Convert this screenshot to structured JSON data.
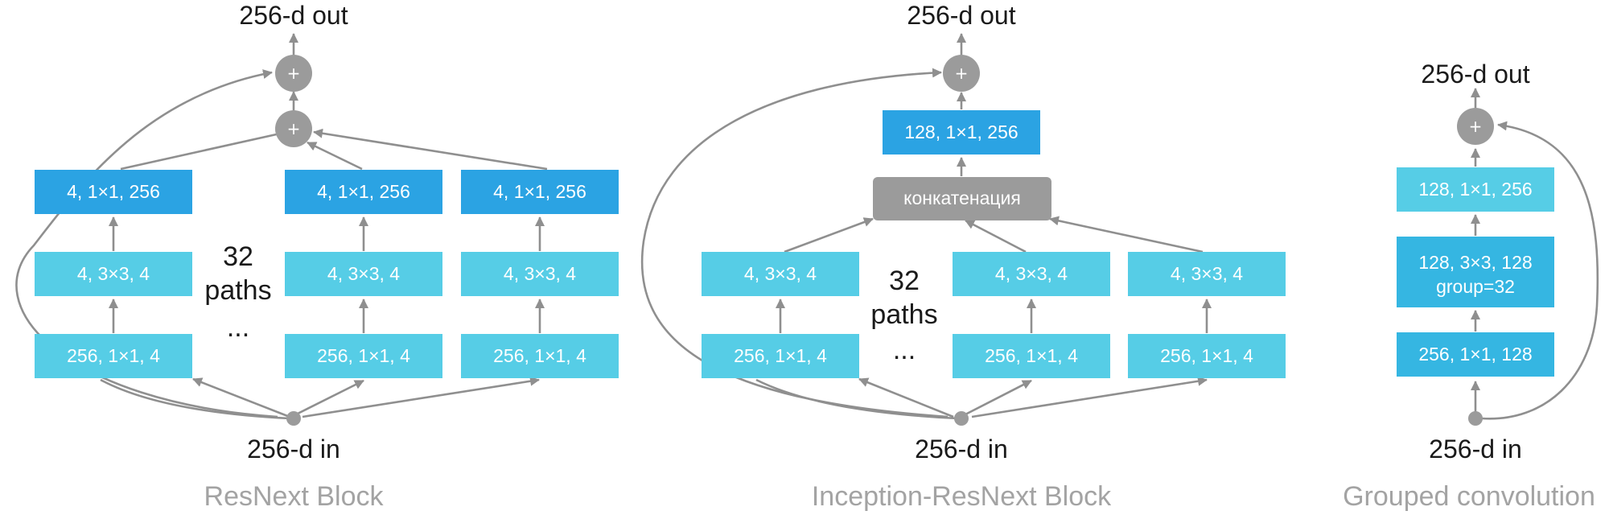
{
  "colors": {
    "box_light": "#56cde6",
    "box_mid": "#35b6e2",
    "box_dark": "#2ba3e3",
    "concat_box": "#9b9b9b",
    "node": "#9b9b9b",
    "edge": "#8f8f8f",
    "caption": "#a3a3a3",
    "label": "#1a1a1a"
  },
  "icons": {
    "sum_node": "plus",
    "input_node": "dot",
    "connector": "arrow"
  },
  "resnext": {
    "caption": "ResNext Block",
    "out_label": "256-d out",
    "in_label": "256-d in",
    "plus_symbol": "+",
    "paths_count": "32",
    "paths_word": "paths",
    "ellipsis": "...",
    "path1": {
      "bottom": "256, 1×1, 4",
      "middle": "4, 3×3, 4",
      "top": "4, 1×1, 256"
    },
    "path2": {
      "bottom": "256, 1×1, 4",
      "middle": "4, 3×3, 4",
      "top": "4, 1×1, 256"
    },
    "path3": {
      "bottom": "256, 1×1, 4",
      "middle": "4, 3×3, 4",
      "top": "4, 1×1, 256"
    }
  },
  "inception": {
    "caption": "Inception-ResNext Block",
    "out_label": "256-d out",
    "in_label": "256-d in",
    "plus_symbol": "+",
    "top_box": "128, 1×1, 256",
    "concat_label": "конкатенация",
    "paths_count": "32",
    "paths_word": "paths",
    "ellipsis": "...",
    "path1": {
      "bottom": "256, 1×1, 4",
      "middle": "4, 3×3, 4"
    },
    "path2": {
      "bottom": "256, 1×1, 4",
      "middle": "4, 3×3, 4"
    },
    "path3": {
      "bottom": "256, 1×1, 4",
      "middle": "4, 3×3, 4"
    }
  },
  "grouped": {
    "caption": "Grouped convolution",
    "out_label": "256-d out",
    "in_label": "256-d in",
    "plus_symbol": "+",
    "top_box": "128, 1×1, 256",
    "mid_box_line1": "128, 3×3, 128",
    "mid_box_line2": "group=32",
    "bottom_box": "256, 1×1, 128"
  }
}
